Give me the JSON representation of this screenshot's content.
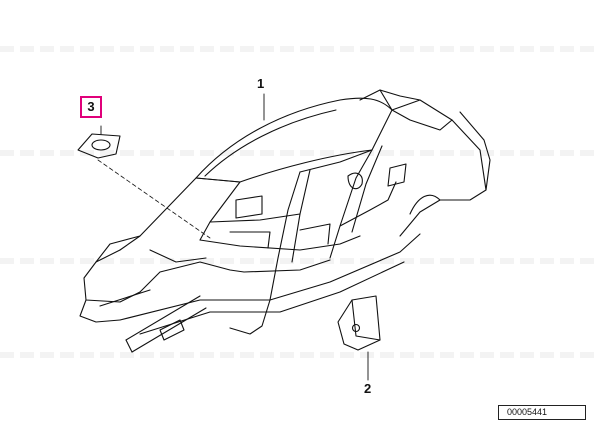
{
  "diagram": {
    "callouts": {
      "body_shell": "1",
      "bracket": "2",
      "cover_plate": "3"
    },
    "highlight_color": "#e0007a",
    "reference_number": "00005441"
  }
}
